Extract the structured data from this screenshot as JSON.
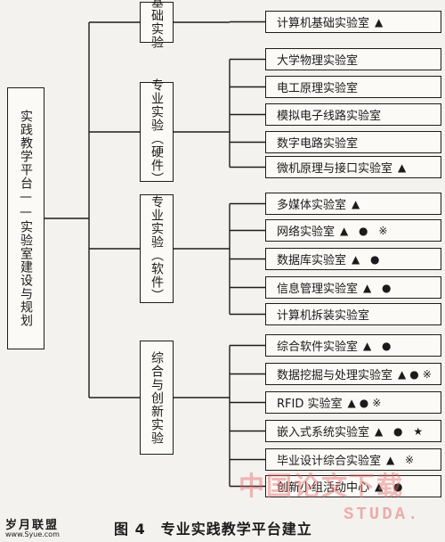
{
  "root": {
    "label": "实践教学平台——实验室建设与规划"
  },
  "categories": [
    {
      "label": "基础实验",
      "labs": [
        {
          "name": "计算机基础实验室",
          "marks": "▲"
        }
      ]
    },
    {
      "label": "专业实验（硬件）",
      "labs": [
        {
          "name": "大学物理实验室",
          "marks": ""
        },
        {
          "name": "电工原理实验室",
          "marks": ""
        },
        {
          "name": "模拟电子线路实验室",
          "marks": ""
        },
        {
          "name": "数字电路实验室",
          "marks": ""
        },
        {
          "name": "微机原理与接口实验室",
          "marks": "▲"
        }
      ]
    },
    {
      "label": "专业实验（软件）",
      "labs": [
        {
          "name": "多媒体实验室",
          "marks": "▲"
        },
        {
          "name": "网络实验室",
          "marks": "▲ ● ※"
        },
        {
          "name": "数据库实验室",
          "marks": "▲ ●"
        },
        {
          "name": "信息管理实验室",
          "marks": "▲ ●"
        },
        {
          "name": "计算机拆装实验室",
          "marks": ""
        }
      ]
    },
    {
      "label": "综合与创新实验",
      "labs": [
        {
          "name": "综合软件实验室",
          "marks": "▲ ●"
        },
        {
          "name": "数据挖掘与处理实验室",
          "marks": "▲●※"
        },
        {
          "name": "RFID 实验室",
          "marks": "▲●※"
        },
        {
          "name": "嵌入式系统实验室",
          "marks": "▲ ● ★"
        },
        {
          "name": "毕业设计综合实验室",
          "marks": "▲ ※"
        },
        {
          "name": "创新小组活动中心",
          "marks": "▲ ●"
        }
      ]
    }
  ],
  "caption": "图 4　专业实践教学平台建立",
  "watermark": {
    "cn": "中国论文下载",
    "en": "STUDA."
  },
  "logo": {
    "top": "岁月联盟",
    "bottom": "www.Syue.com"
  }
}
